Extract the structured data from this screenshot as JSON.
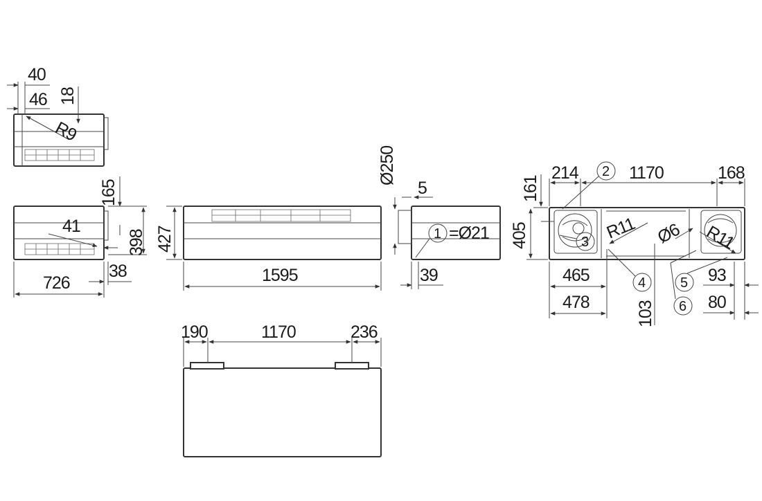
{
  "dims": {
    "top_40": "40",
    "top_46": "46",
    "top_18": "18",
    "top_r9": "R9",
    "side_165": "165",
    "side_41": "41",
    "side_398": "398",
    "side_726": "726",
    "side_38": "38",
    "front_427": "427",
    "front_1595": "1595",
    "end_d250": "Ø250",
    "end_5": "5",
    "end_39": "39",
    "end_callout_1": "1",
    "end_d21": "=Ø21",
    "back_214": "214",
    "back_1170": "1170",
    "back_168": "168",
    "back_161": "161",
    "back_405": "405",
    "back_r11_left": "R11",
    "back_d6": "Ø6",
    "back_r11_right": "R11",
    "back_465": "465",
    "back_478": "478",
    "back_103": "103",
    "back_93": "93",
    "back_80": "80",
    "callout_2": "2",
    "callout_3": "3",
    "callout_4": "4",
    "callout_5": "5",
    "callout_6": "6",
    "bottom_190": "190",
    "bottom_1170": "1170",
    "bottom_236": "236"
  }
}
